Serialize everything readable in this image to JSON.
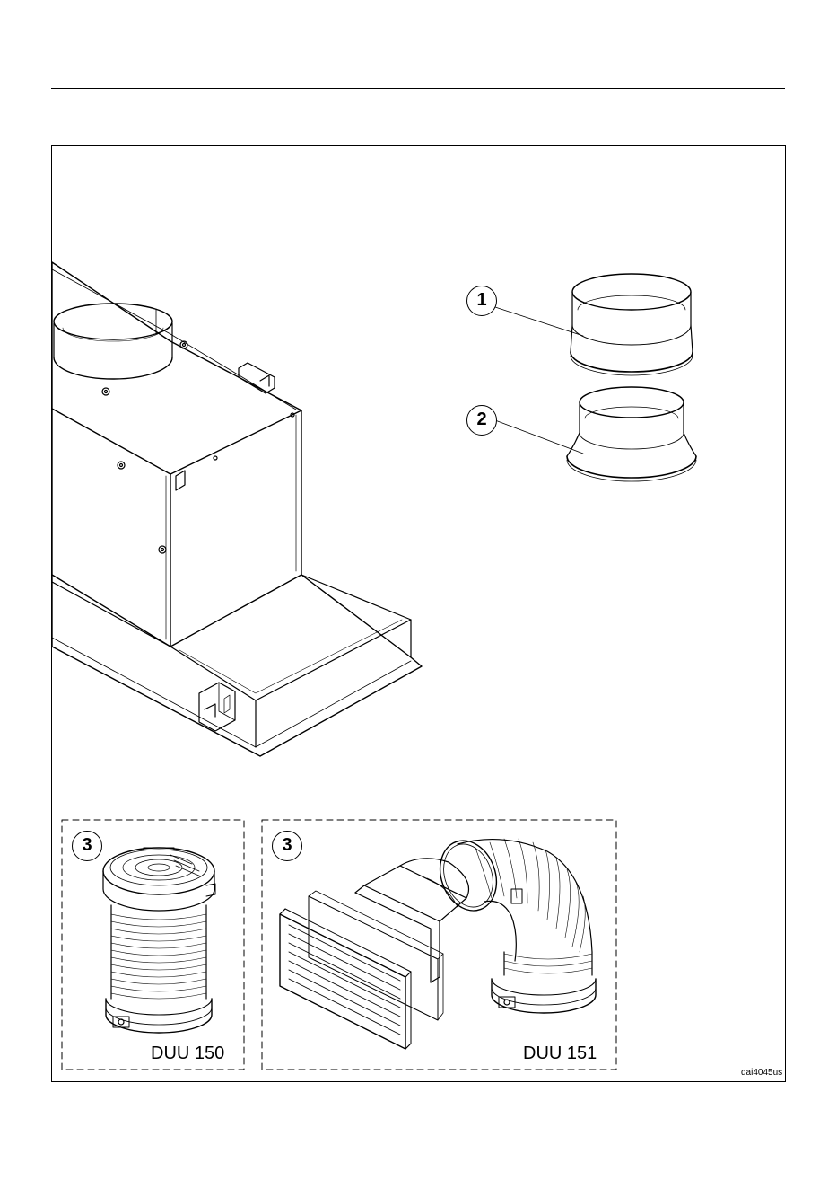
{
  "callouts": [
    "1",
    "2",
    "3",
    "3"
  ],
  "accessories": [
    {
      "model": "DUU 150"
    },
    {
      "model": "DUU 151"
    }
  ],
  "drawing_code": "dai4045us"
}
